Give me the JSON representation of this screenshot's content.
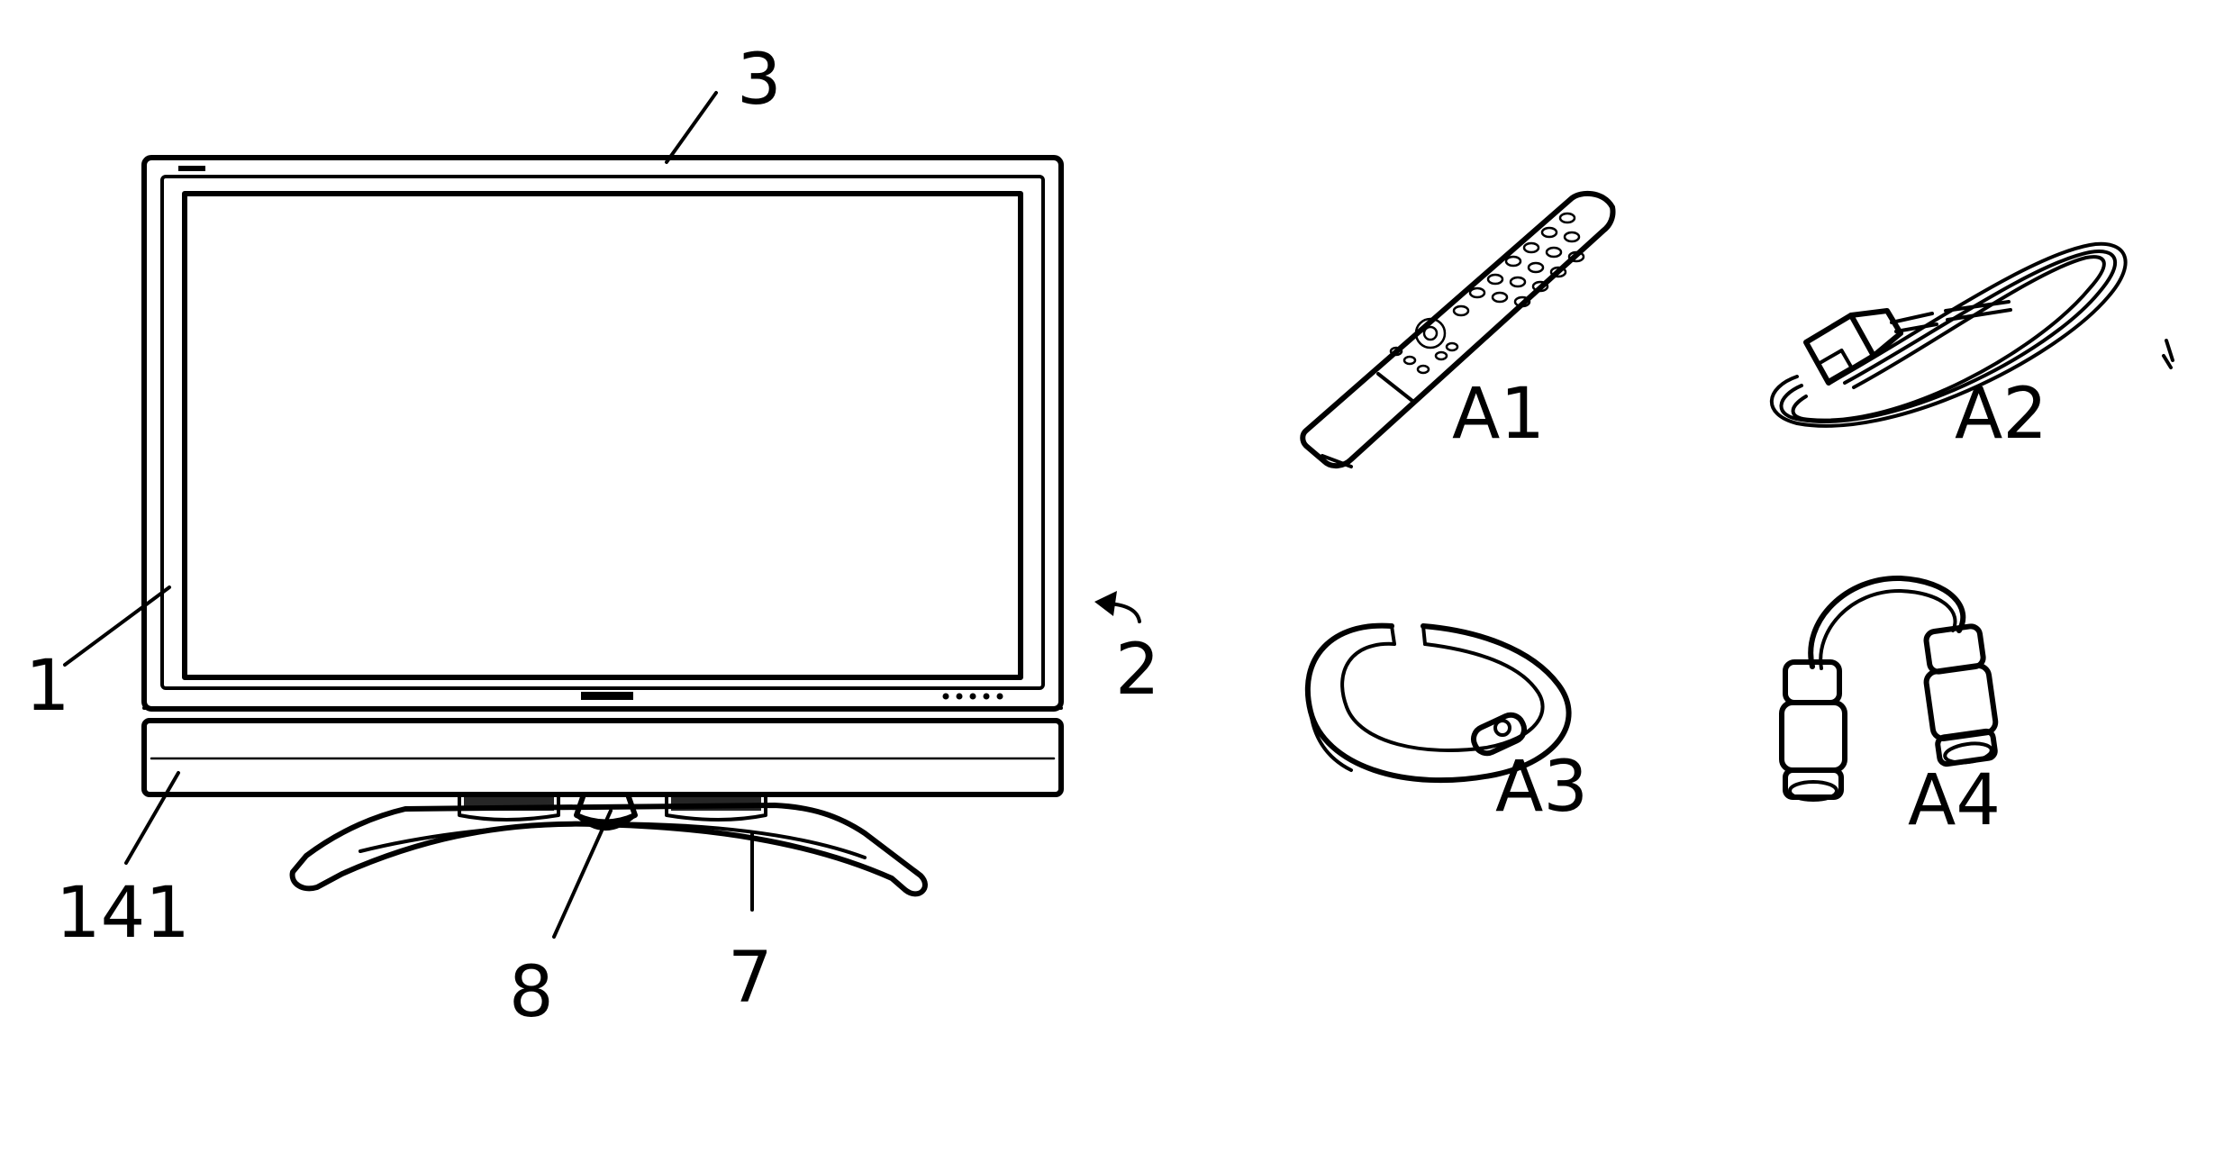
{
  "labels": {
    "frame": "1",
    "side": "2",
    "top": "3",
    "speaker": "141",
    "stand": "7",
    "swivel": "8",
    "remote": "A1",
    "cord": "A2",
    "clamp": "A3",
    "adapter": "A4"
  },
  "colors": {
    "ink": "#000000",
    "paper": "#ffffff"
  }
}
